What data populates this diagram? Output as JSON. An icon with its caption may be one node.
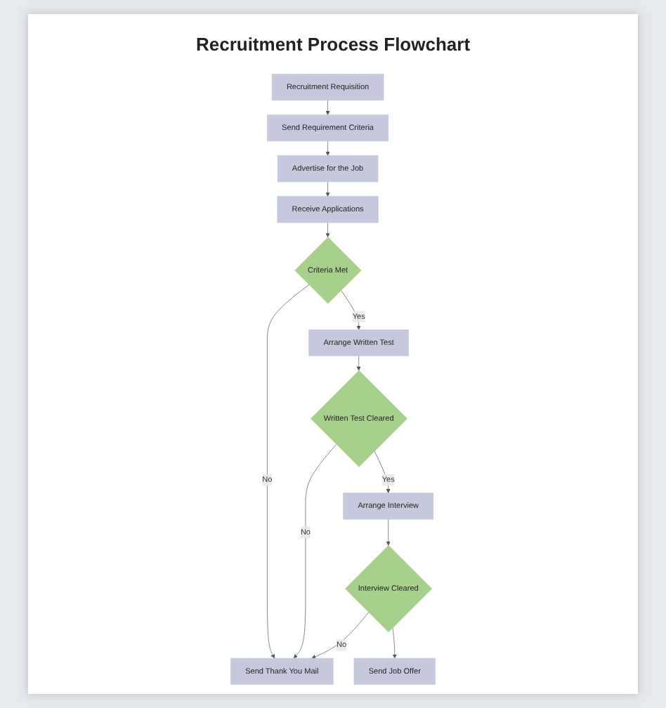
{
  "diagram": {
    "title": "Recruitment Process Flowchart",
    "nodes": [
      {
        "text": [
          "Recruitment Requisition"
        ]
      },
      {
        "text": [
          "Send Requirement Criteria"
        ]
      },
      {
        "text": [
          "Advertise for the Job"
        ]
      },
      {
        "text": [
          "Send Job Offer"
        ]
      },
      {
        "text": [
          "Receive Applications"
        ]
      },
      {
        "text": [
          "Interview Cleared"
        ]
      },
      {
        "text": [
          "Arrange Interview"
        ]
      },
      {
        "text": [
          "Criteria Met"
        ]
      },
      {
        "text": [
          "Send Thank You Mail"
        ]
      },
      {
        "text": [
          "Written Test Cleared"
        ]
      },
      {
        "text": [
          "Arrange Written Test"
        ]
      }
    ],
    "edges": [
      {
        "from": 0,
        "to": 1,
        "arrow": "to"
      },
      {
        "from": 1,
        "to": 2,
        "arrow": "to"
      },
      {
        "from": 2,
        "to": 4,
        "arrow": "to"
      },
      {
        "from": 4,
        "to": 7,
        "arrow": "to"
      },
      {
        "from": 7,
        "to": 8,
        "arrow": "to",
        "label": "No"
      },
      {
        "from": 7,
        "to": 10,
        "arrow": "to",
        "label": "Yes"
      },
      {
        "from": 10,
        "to": 9,
        "arrow": "to"
      },
      {
        "from": 9,
        "to": 8,
        "arrow": "to",
        "label": "No"
      },
      {
        "from": 9,
        "to": 6,
        "arrow": "to",
        "label": "Yes"
      },
      {
        "from": 6,
        "to": 5,
        "arrow": "to"
      },
      {
        "from": 5,
        "to": 3,
        "arrow": "to"
      },
      {
        "from": 5,
        "to": 8,
        "arrow": "to",
        "label": "No"
      }
    ]
  }
}
